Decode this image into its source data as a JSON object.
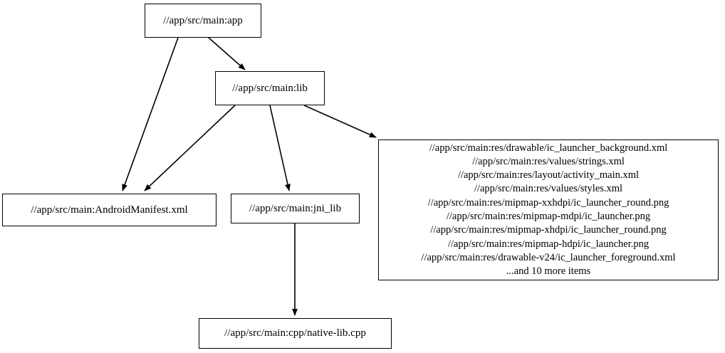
{
  "graph": {
    "type": "dependency-graph",
    "direction": "top-to-bottom",
    "background_color": "#ffffff",
    "line_color": "#000000",
    "node_border_color": "#000000",
    "node_fill_color": "#ffffff",
    "nodes": [
      {
        "id": "app",
        "label": "//app/src/main:app"
      },
      {
        "id": "lib",
        "label": "//app/src/main:lib"
      },
      {
        "id": "manifest",
        "label": "//app/src/main:AndroidManifest.xml"
      },
      {
        "id": "jni_lib",
        "label": "//app/src/main:jni_lib"
      },
      {
        "id": "res",
        "label": "//app/src/main:res/drawable/ic_launcher_background.xml\n//app/src/main:res/values/strings.xml\n//app/src/main:res/layout/activity_main.xml\n//app/src/main:res/values/styles.xml\n//app/src/main:res/mipmap-xxhdpi/ic_launcher_round.png\n//app/src/main:res/mipmap-mdpi/ic_launcher.png\n//app/src/main:res/mipmap-xhdpi/ic_launcher_round.png\n//app/src/main:res/mipmap-hdpi/ic_launcher.png\n//app/src/main:res/drawable-v24/ic_launcher_foreground.xml\n...and 10 more items",
        "lines": [
          "//app/src/main:res/drawable/ic_launcher_background.xml",
          "//app/src/main:res/values/strings.xml",
          "//app/src/main:res/layout/activity_main.xml",
          "//app/src/main:res/values/styles.xml",
          "//app/src/main:res/mipmap-xxhdpi/ic_launcher_round.png",
          "//app/src/main:res/mipmap-mdpi/ic_launcher.png",
          "//app/src/main:res/mipmap-xhdpi/ic_launcher_round.png",
          "//app/src/main:res/mipmap-hdpi/ic_launcher.png",
          "//app/src/main:res/drawable-v24/ic_launcher_foreground.xml",
          "...and 10 more items"
        ]
      },
      {
        "id": "cpp",
        "label": "//app/src/main:cpp/native-lib.cpp"
      }
    ],
    "edges": [
      {
        "from": "app",
        "to": "lib"
      },
      {
        "from": "app",
        "to": "manifest"
      },
      {
        "from": "lib",
        "to": "manifest"
      },
      {
        "from": "lib",
        "to": "jni_lib"
      },
      {
        "from": "lib",
        "to": "res"
      },
      {
        "from": "jni_lib",
        "to": "cpp"
      }
    ]
  }
}
